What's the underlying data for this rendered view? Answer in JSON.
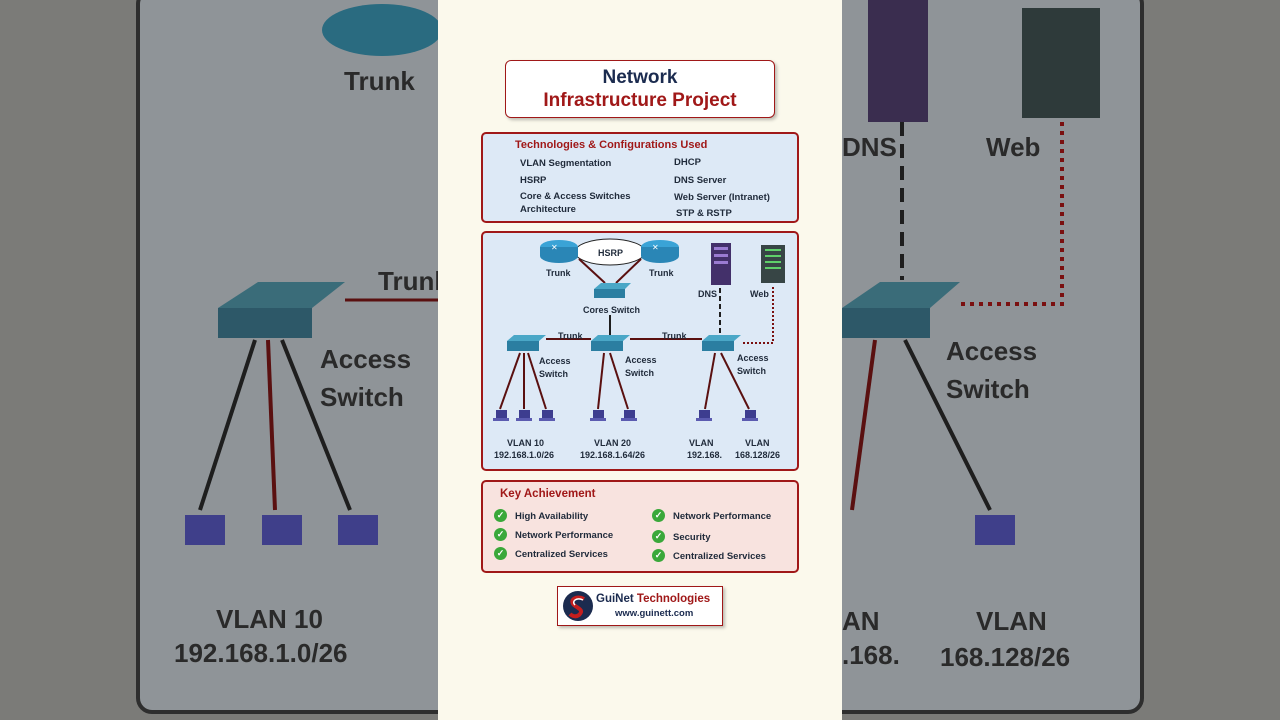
{
  "title": {
    "line1": "Network",
    "line2": "Infrastructure Project"
  },
  "technologies": {
    "heading": "Technologies & Configurations Used",
    "left": [
      "VLAN Segmentation",
      "HSRP",
      "Core & Access Switches",
      "Architecture"
    ],
    "right": [
      "DHCP",
      "DNS Server",
      "Web Server (Intranet)",
      "STP & RSTP"
    ]
  },
  "diagram": {
    "hsrp": "HSRP",
    "trunk": "Trunk",
    "core_switch": "Cores Switch",
    "access_switch_l1": "Access",
    "access_switch_l2": "Switch",
    "dns": "DNS",
    "web": "Web",
    "vlans": [
      {
        "name": "VLAN 10",
        "subnet": "192.168.1.0/26"
      },
      {
        "name": "VLAN 20",
        "subnet": "192.168.1.64/26"
      },
      {
        "name": "VLAN",
        "subnet": "192.168."
      },
      {
        "name": "VLAN",
        "subnet": "168.128/26"
      }
    ]
  },
  "achievements": {
    "heading": "Key Achievement",
    "left": [
      "High Availability",
      "Network Performance",
      "Centralized Services"
    ],
    "right": [
      "Network Performance",
      "Security",
      "Centralized Services"
    ]
  },
  "brand": {
    "name_a": "GuiNet",
    "name_b": " Technologies",
    "url": "www.guinett.com"
  },
  "background": {
    "trunk": "Trunk",
    "dns_partial": "DNS",
    "web": "Web",
    "access": "Access",
    "switch": "Switch",
    "vlan10": "VLAN 10",
    "vlan10_subnet": "192.168.1.0/26",
    "vlan_right_partial": "AN",
    "vlan_right_subnet_partial": ".168.",
    "vlan_right": "VLAN",
    "vlan_right_subnet": "168.128/26"
  },
  "colors": {
    "accent": "#a01818",
    "navy": "#1b2b4f",
    "check": "#3aa83a",
    "link": "#7a1010"
  }
}
